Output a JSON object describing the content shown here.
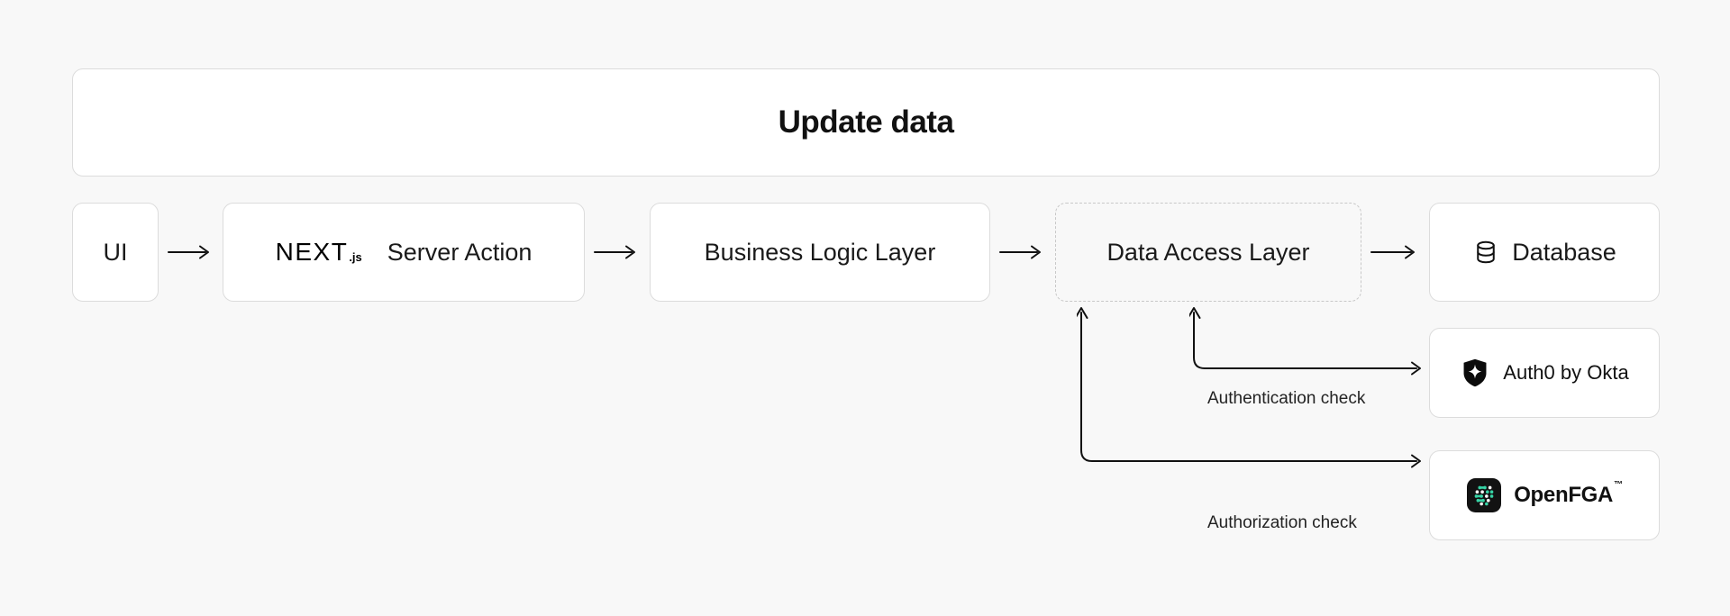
{
  "diagram": {
    "title": "Update data",
    "background_color": "#f8f8f8",
    "panel_color": "#ffffff",
    "border_color": "#dcdcdc",
    "accent_color": "#37d3a5"
  },
  "flow": {
    "nodes": [
      {
        "id": "ui",
        "label": "UI",
        "icon": "",
        "style": "solid"
      },
      {
        "id": "next-server-action",
        "label": "Server Action",
        "icon": "nextjs-logo",
        "style": "solid",
        "logo_text": "NEXT",
        "logo_suffix": ".js"
      },
      {
        "id": "business-logic-layer",
        "label": "Business Logic Layer",
        "icon": "",
        "style": "solid"
      },
      {
        "id": "data-access-layer",
        "label": "Data Access Layer",
        "icon": "",
        "style": "dashed"
      },
      {
        "id": "database",
        "label": "Database",
        "icon": "database-icon",
        "style": "solid"
      }
    ],
    "arrows": [
      {
        "id": "arrow-ui-to-next",
        "glyph": "arrow-right-icon"
      },
      {
        "id": "arrow-next-to-business",
        "glyph": "arrow-right-icon"
      },
      {
        "id": "arrow-business-to-dal",
        "glyph": "arrow-right-icon"
      },
      {
        "id": "arrow-dal-to-database",
        "glyph": "arrow-right-icon"
      }
    ]
  },
  "services": [
    {
      "id": "auth0",
      "label": "Auth0 by Okta",
      "icon": "auth0-shield-icon"
    },
    {
      "id": "openfga",
      "label": "OpenFGA",
      "trademark": "™",
      "icon": "openfga-icon"
    }
  ],
  "connectors": [
    {
      "id": "authentication",
      "label": "Authentication check",
      "from": "data-access-layer",
      "to": "auth0"
    },
    {
      "id": "authorization",
      "label": "Authorization check",
      "from": "data-access-layer",
      "to": "openfga"
    }
  ]
}
